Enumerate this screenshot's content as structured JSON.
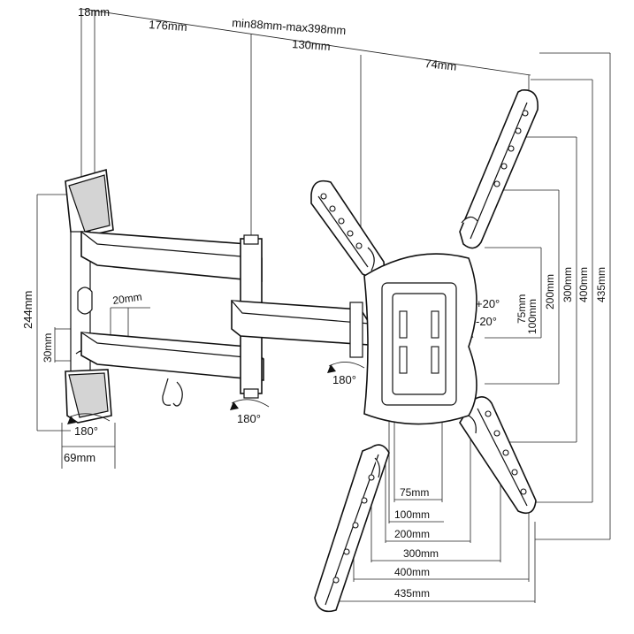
{
  "dimensions": {
    "top_18": "18mm",
    "top_176": "176mm",
    "top_range": "min88mm-max398mm",
    "top_130": "130mm",
    "top_74": "74mm",
    "left_244": "244mm",
    "left_30": "30mm",
    "mid_20": "20mm",
    "bottom_69": "69mm",
    "rot_wall": "180°",
    "rot_arm": "180°",
    "rot_plate": "180°",
    "tilt_up": "+20°",
    "tilt_down": "-20°",
    "v75": "75mm",
    "v100": "100mm",
    "v200": "200mm",
    "v300": "300mm",
    "v400": "400mm",
    "v435": "435mm",
    "h75": "75mm",
    "h100": "100mm",
    "h200": "200mm",
    "h300": "300mm",
    "h400": "400mm",
    "h435": "435mm"
  }
}
